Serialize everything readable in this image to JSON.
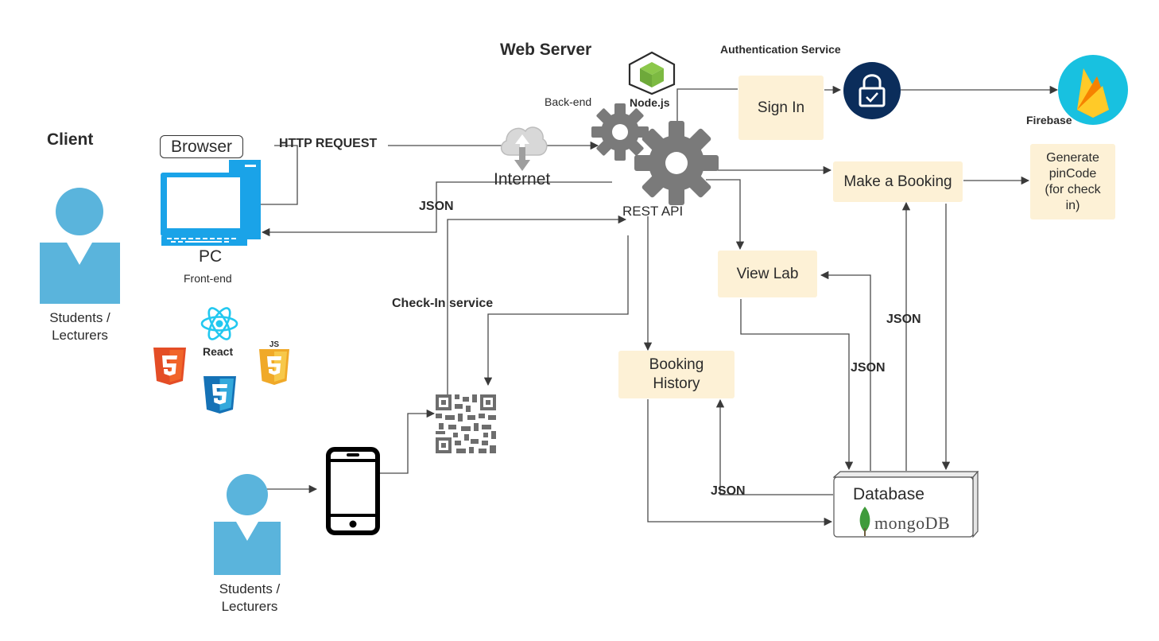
{
  "titles": {
    "client": "Client",
    "web_server": "Web Server",
    "auth_service": "Authentication Service",
    "backend": "Back-end",
    "nodejs": "Node.js",
    "firebase": "Firebase"
  },
  "client": {
    "users_label_top": "Students /\nLecturers",
    "users_label_bottom": "Students /\nLecturers",
    "browser": "Browser",
    "pc": "PC",
    "frontend": "Front-end",
    "react": "React",
    "js_badge": "JS"
  },
  "edges": {
    "http_request": "HTTP REQUEST",
    "internet": "Internet",
    "json_client": "JSON",
    "rest_api": "REST API",
    "check_in_service": "Check-In service",
    "json_view_lab": "JSON",
    "json_booking_db": "JSON",
    "json_history": "JSON"
  },
  "services": {
    "sign_in": "Sign In",
    "make_booking": "Make a Booking",
    "generate_pin": "Generate\npinCode\n(for check\nin)",
    "view_lab": "View Lab",
    "booking_history": "Booking\nHistory"
  },
  "database": {
    "label": "Database",
    "brand": "mongoDB"
  },
  "colors": {
    "user_blue": "#5ab4dc",
    "pc_blue": "#1aa3e8",
    "service_fill": "#fdf1d6",
    "gear_gray": "#7a7a7a",
    "lock_navy": "#0b2d5b",
    "firebase_teal": "#18c1e0",
    "react_cyan": "#22c8f0",
    "html5_orange": "#e44d26",
    "css3_blue": "#1572b6",
    "js_yellow": "#f0a928",
    "mongo_green": "#3f9b3b"
  },
  "icons": [
    "user-icon",
    "pc-icon",
    "react-icon",
    "html5-icon",
    "css3-icon",
    "js-icon",
    "cloud-icon",
    "gear-icon",
    "nodejs-icon",
    "lock-icon",
    "firebase-icon",
    "qr-code-icon",
    "smartphone-icon",
    "database-icon",
    "mongodb-leaf-icon"
  ]
}
